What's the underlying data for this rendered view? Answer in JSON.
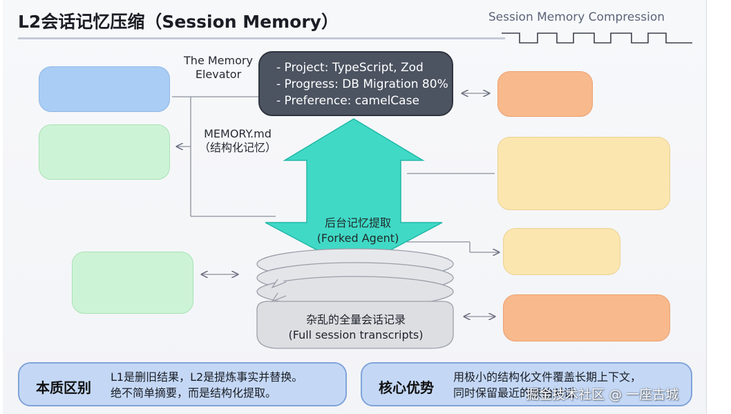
{
  "header": {
    "title": "L2会话记忆压缩（Session Memory）",
    "subtitle": "Session Memory Compression"
  },
  "memory_card": {
    "lines": [
      "- Project: TypeScript, Zod",
      "- Progress: DB Migration 80%",
      "- Preference: camelCase"
    ]
  },
  "labels": {
    "elevator_line1": "The Memory",
    "elevator_line2": "Elevator",
    "memory_md_line1": "MEMORY.md",
    "memory_md_line2": "（结构化记忆）",
    "forked_line1": "后台记忆提取",
    "forked_line2": "(Forked Agent)",
    "transcript_line1": "杂乱的全量会话记录",
    "transcript_line2": "(Full session transcripts)"
  },
  "panels": {
    "left": {
      "title": "本质区别",
      "line1": "L1是删旧结果，L2是提炼事实并替换。",
      "line2": "绝不简单摘要，而是结构化提取。"
    },
    "right": {
      "title": "核心优势",
      "line1": "用极小的结构化文件覆盖长期上下文，",
      "line2": "同时保留最近的原始对话"
    }
  },
  "watermark": "掘金技术社区 @ 一座古城",
  "colors": {
    "accent_teal": "#40d9c6",
    "dark_card": "#4c5361",
    "blue": "#a9cdf5",
    "green": "#cdf3d6",
    "orange": "#f8b98c",
    "yellow": "#fbe6b0",
    "panel": "#c4d8f6"
  }
}
